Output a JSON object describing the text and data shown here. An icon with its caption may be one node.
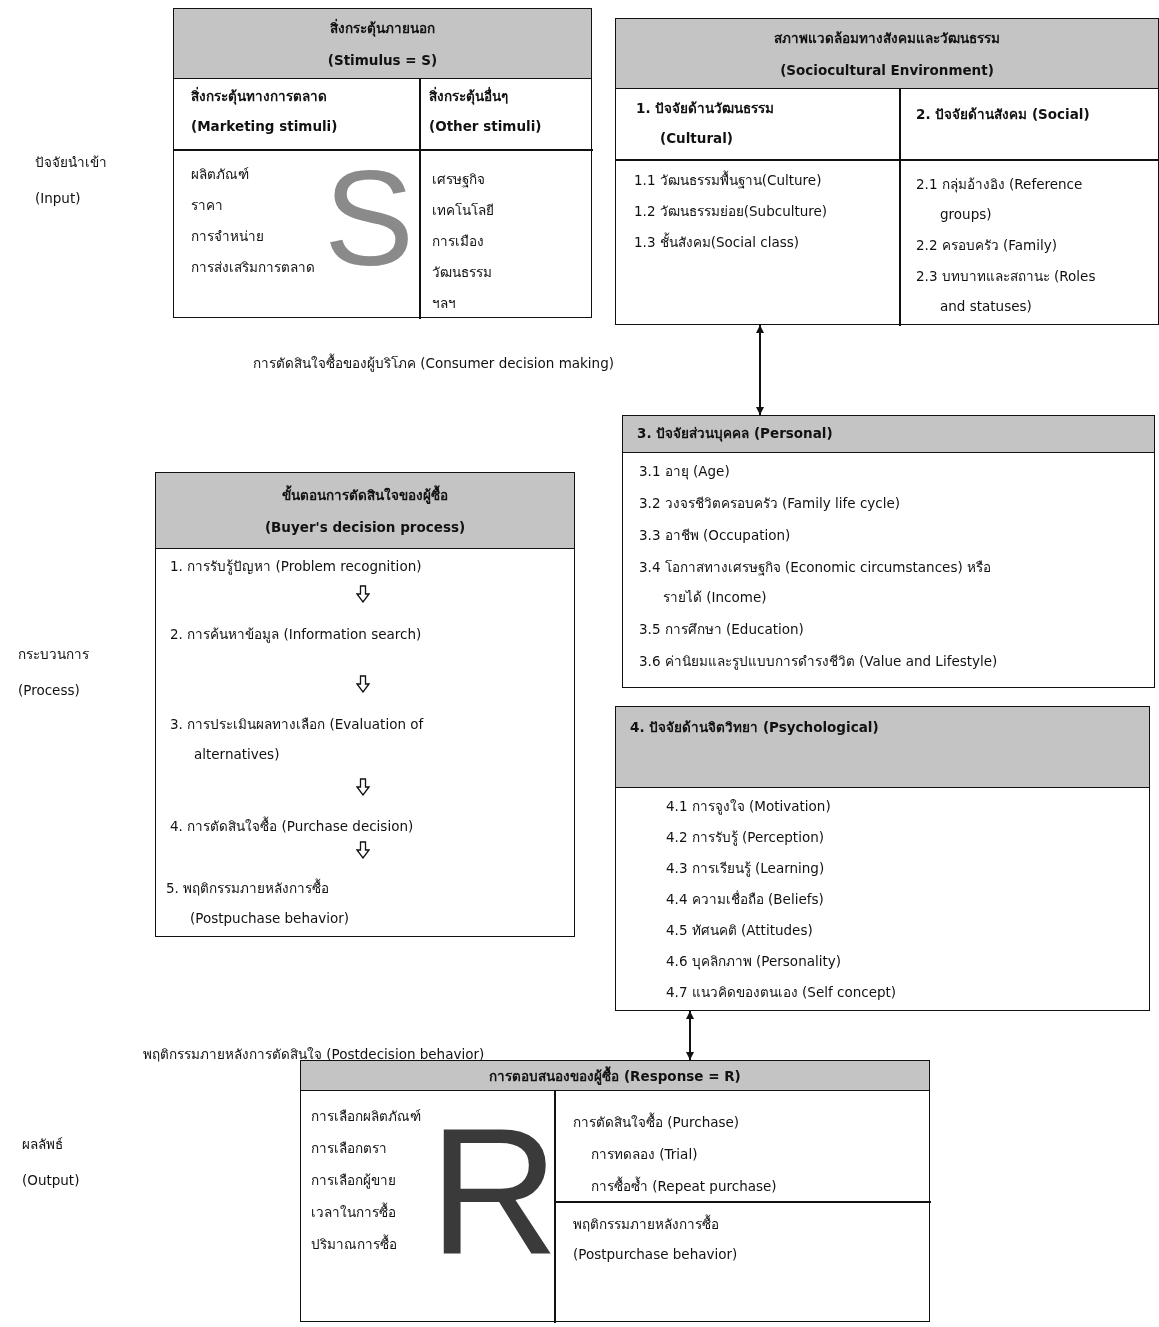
{
  "diagram": {
    "nodes": [
      {
        "text": [
          "สิ่งกระตุ้นภายนอก (Stimulus = S)",
          "สิ่งกระตุ้นทางการตลาด (Marketing stimuli)",
          "สิ่งกระตุ้นอื่นๆ (Other stimuli)",
          "S",
          "ผลิตภัณฑ์",
          "ราคา",
          "การจำหน่าย",
          "การส่งเสริมการตลาด",
          "เศรษฐกิจ",
          "เทคโนโลยี",
          "การเมือง",
          "วัฒนธรรม",
          "ฯลฯ"
        ]
      },
      {
        "text": [
          "สภาพแวดล้อมทางสังคมและวัฒนธรรม (Sociocultural Environment)",
          "1. ปัจจัยด้านวัฒนธรรม (Cultural)",
          "2. ปัจจัยด้านสังคม (Social)",
          "1.1 วัฒนธรรมพื้นฐาน(Culture)",
          "1.2 วัฒนธรรมย่อย(Subculture)",
          "1.3 ชั้นสังคม(Social class)",
          "2.1 กลุ่มอ้างอิง (Reference groups)",
          "2.2 ครอบครัว (Family)",
          "2.3 บทบาทและสถานะ (Roles and statuses)"
        ]
      },
      {
        "text": [
          "3. ปัจจัยส่วนบุคคล (Personal)",
          "3.1 อายุ (Age)",
          "3.2 วงจรชีวิตครอบครัว (Family life cycle)",
          "3.3 อาชีพ (Occupation)",
          "3.4 โอกาสทางเศรษฐกิจ (Economic circumstances) หรือรายได้ (Income)",
          "3.5 การศึกษา (Education)",
          "3.6 ค่านิยมและรูปแบบการดำรงชีวิต (Value and Lifestyle)"
        ]
      },
      {
        "text": [
          "ขั้นตอนการตัดสินใจของผู้ซื้อ (Buyer's decision process)",
          "1. การรับรู้ปัญหา (Problem recognition)",
          "2. การค้นหาข้อมูล (Information search)",
          "3. การประเมินผลทางเลือก (Evaluation of alternatives)",
          "4. การตัดสินใจซื้อ (Purchase decision)",
          "5. พฤติกรรมภายหลังการซื้อ (Postpuchase behavior)"
        ]
      },
      {
        "text": [
          "4. ปัจจัยด้านจิตวิทยา (Psychological)",
          "4.1 การจูงใจ (Motivation)",
          "4.2 การรับรู้ (Perception)",
          "4.3 การเรียนรู้ (Learning)",
          "4.4 ความเชื่อถือ (Beliefs)",
          "4.5 ทัศนคติ (Attitudes)",
          "4.6 บุคลิกภาพ (Personality)",
          "4.7 แนวคิดของตนเอง (Self concept)"
        ]
      },
      {
        "text": [
          "การตอบสนองของผู้ซื้อ (Response = R)",
          "R",
          "การเลือกผลิตภัณฑ์",
          "การเลือกตรา",
          "การเลือกผู้ขาย",
          "เวลาในการซื้อ",
          "ปริมาณการซื้อ",
          "การตัดสินใจซื้อ (Purchase)",
          "การทดลอง (Trial)",
          "การซื้อซ้ำ (Repeat purchase)",
          "พฤติกรรมภายหลังการซื้อ (Postpurchase behavior)"
        ]
      }
    ],
    "edges": [
      {
        "from": 1,
        "to": 2,
        "arrow": "both"
      },
      {
        "from": 4,
        "to": 5,
        "arrow": "both"
      }
    ],
    "labels": [
      "ปัจจัยนำเข้า (Input)",
      "การตัดสินใจซื้อของผู้บริโภค (Consumer decision making)",
      "กระบวนการ (Process)",
      "พฤติกรรมภายหลังการตัดสินใจ (Postdecision behavior)",
      "ผลลัพธ์ (Output)"
    ]
  }
}
